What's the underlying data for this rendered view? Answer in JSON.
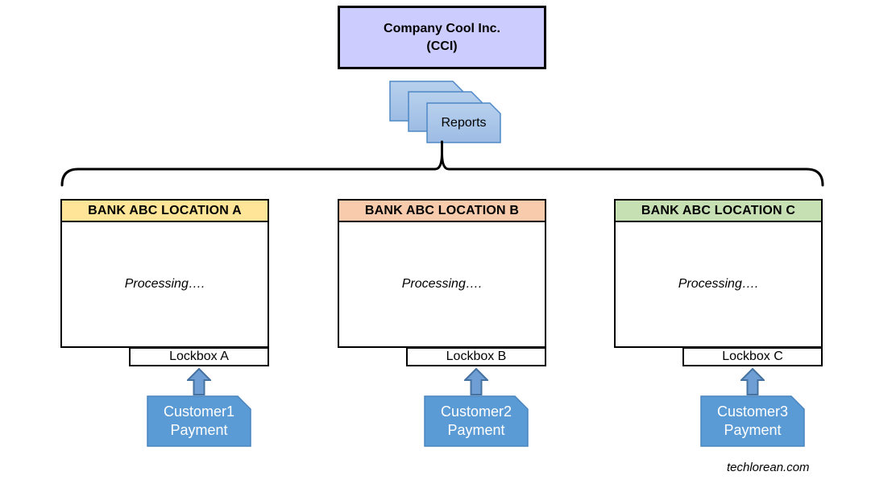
{
  "company": {
    "name": "Company Cool Inc.",
    "abbr": "(CCI)"
  },
  "reports": {
    "label": "Reports"
  },
  "banks": [
    {
      "title": "BANK ABC LOCATION A",
      "header_color": "#FFE598",
      "status": "Processing….",
      "lockbox_label": "Lockbox A",
      "payment": {
        "line1": "Customer1",
        "line2": "Payment"
      }
    },
    {
      "title": "BANK ABC LOCATION B",
      "header_color": "#F8CBAD",
      "status": "Processing….",
      "lockbox_label": "Lockbox B",
      "payment": {
        "line1": "Customer2",
        "line2": "Payment"
      }
    },
    {
      "title": "BANK ABC LOCATION C",
      "header_color": "#C6E0B4",
      "status": "Processing….",
      "lockbox_label": "Lockbox C",
      "payment": {
        "line1": "Customer3",
        "line2": "Payment"
      }
    }
  ],
  "colors": {
    "company_fill": "#CCCCFF",
    "report_card_fill_top": "#B7D0ED",
    "report_card_fill_bottom": "#9DBCE4",
    "report_card_border": "#4E88C6",
    "payment_fill": "#5B9BD5",
    "payment_border": "#4A85BF",
    "arrow_fill": "#6E9ED3",
    "arrow_border": "#44719F",
    "connector": "#000000"
  },
  "watermark": "techlorean.com"
}
